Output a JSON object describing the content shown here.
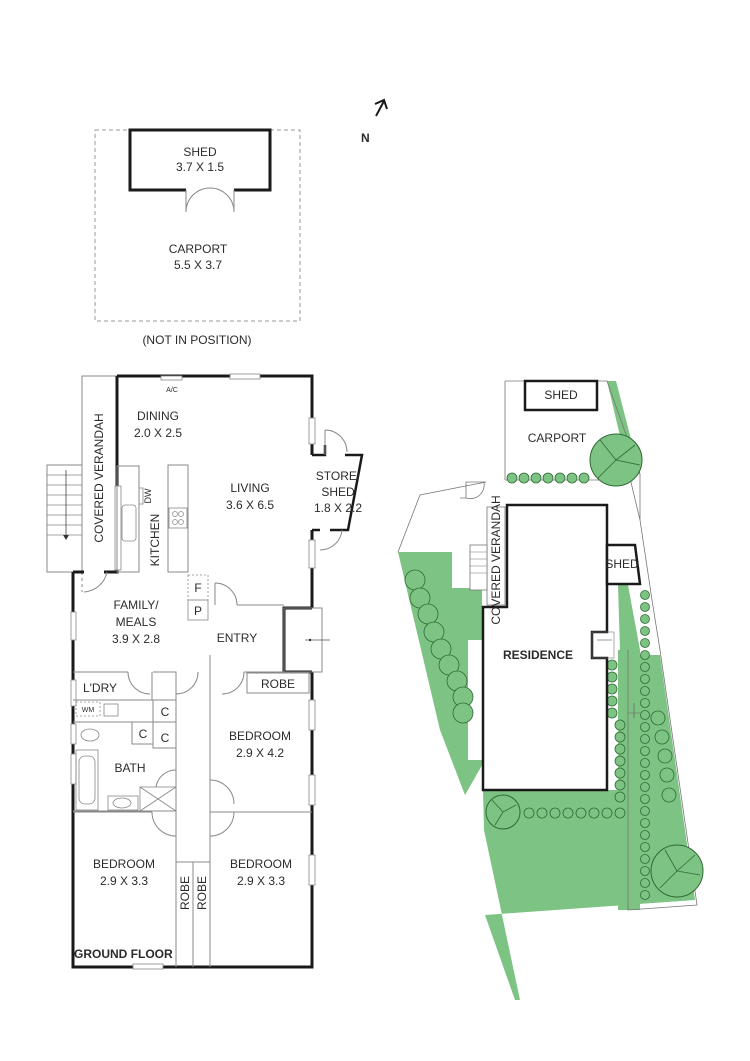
{
  "compass": {
    "label": "N",
    "icon": "north-arrow-icon"
  },
  "detached": {
    "shed": {
      "name": "SHED",
      "dims": "3.7 X 1.5"
    },
    "carport": {
      "name": "CARPORT",
      "dims": "5.5 X 3.7"
    },
    "note": "(NOT IN POSITION)"
  },
  "ground_floor": {
    "title": "GROUND FLOOR",
    "rooms": {
      "dining": {
        "name": "DINING",
        "dims": "2.0 X 2.5"
      },
      "living": {
        "name": "LIVING",
        "dims": "3.6 X 6.5"
      },
      "store": {
        "name1": "STORE/",
        "name2": "SHED",
        "dims": "1.8 X 2.2"
      },
      "kitchen": {
        "name": "KITCHEN"
      },
      "verandah": {
        "name": "COVERED VERANDAH"
      },
      "family": {
        "name1": "FAMILY/",
        "name2": "MEALS",
        "dims": "3.9 X 2.8"
      },
      "entry": {
        "name": "ENTRY"
      },
      "laundry": {
        "name": "L'DRY"
      },
      "bath": {
        "name": "BATH"
      },
      "robe_main": {
        "name": "ROBE"
      },
      "bedroom1": {
        "name": "BEDROOM",
        "dims": "2.9 X 4.2"
      },
      "bedroom2": {
        "name": "BEDROOM",
        "dims": "2.9 X 3.3"
      },
      "bedroom3": {
        "name": "BEDROOM",
        "dims": "2.9 X 3.3"
      },
      "robe_a": {
        "name": "ROBE"
      },
      "robe_b": {
        "name": "ROBE"
      }
    },
    "fixtures": {
      "ac": "A/C",
      "dw": "DW",
      "fridge": "F",
      "pantry": "P",
      "washer": "WM",
      "cupboard": "C"
    }
  },
  "site_plan": {
    "shed": "SHED",
    "carport": "CARPORT",
    "verandah": "COVERED VERANDAH",
    "residence": "RESIDENCE",
    "side_shed": "SHED"
  },
  "colors": {
    "lawn": "#7dc383",
    "tree_stroke": "#2f6b35",
    "wall": "#1a1a1a",
    "thin_line": "#7a7a7a"
  }
}
